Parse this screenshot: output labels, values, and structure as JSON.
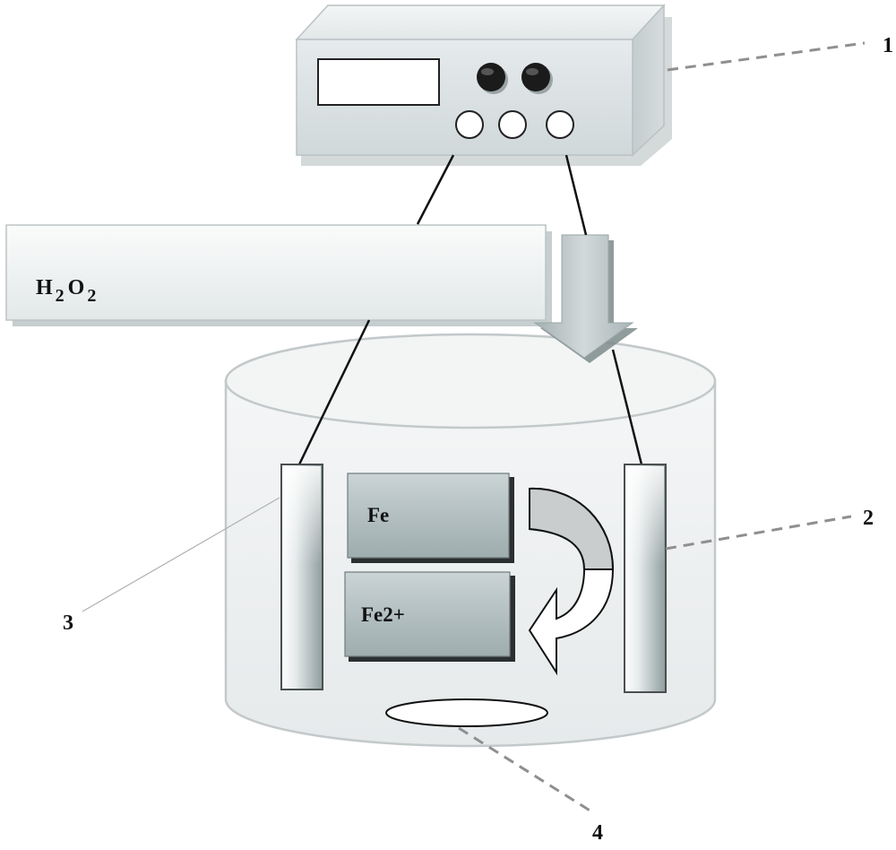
{
  "diagram": {
    "callouts": [
      "1",
      "2",
      "3",
      "4"
    ],
    "reagent": {
      "symbol_h": "H",
      "sub_1": "2",
      "symbol_o": "O",
      "sub_2": "2"
    },
    "electrode_materials": {
      "metal": "Fe",
      "ion": "Fe2+"
    }
  }
}
